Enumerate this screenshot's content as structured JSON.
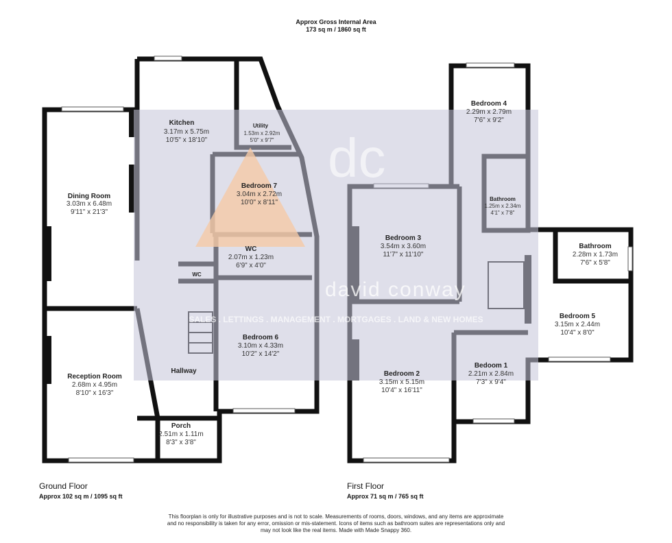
{
  "header": {
    "title": "Approx Gross Internal Area",
    "area": "173 sq m / 1860 sq ft"
  },
  "ground_floor": {
    "label": "Ground Floor",
    "area": "Approx 102 sq m / 1095 sq ft",
    "rooms": [
      {
        "name": "Kitchen",
        "metric": "3.17m x 5.75m",
        "imperial": "10'5\" x 18'10\""
      },
      {
        "name": "Utility",
        "metric": "1.53m x 2.92m",
        "imperial": "5'0\" x 9'7\""
      },
      {
        "name": "Dining Room",
        "metric": "3.03m x 6.48m",
        "imperial": "9'11\" x 21'3\""
      },
      {
        "name": "Bedroom 7",
        "metric": "3.04m x 2.72m",
        "imperial": "10'0\" x 8'11\""
      },
      {
        "name": "WC",
        "metric": "2.07m x 1.23m",
        "imperial": "6'9\" x 4'0\""
      },
      {
        "name": "WC"
      },
      {
        "name": "Bedroom 6",
        "metric": "3.10m x 4.33m",
        "imperial": "10'2\" x 14'2\""
      },
      {
        "name": "Hallway"
      },
      {
        "name": "Reception Room",
        "metric": "2.68m x 4.95m",
        "imperial": "8'10\" x 16'3\""
      },
      {
        "name": "Porch",
        "metric": "2.51m x 1.11m",
        "imperial": "8'3\" x 3'8\""
      }
    ]
  },
  "first_floor": {
    "label": "First Floor",
    "area": "Approx 71 sq m / 765 sq ft",
    "rooms": [
      {
        "name": "Bedroom 4",
        "metric": "2.29m x 2.79m",
        "imperial": "7'6\" x 9'2\""
      },
      {
        "name": "Bathroom",
        "metric": "1.25m x 2.34m",
        "imperial": "4'1\" x 7'8\""
      },
      {
        "name": "Bedroom 3",
        "metric": "3.54m x 3.60m",
        "imperial": "11'7\" x 11'10\""
      },
      {
        "name": "Bathroom",
        "metric": "2.28m x 1.73m",
        "imperial": "7'6\" x 5'8\""
      },
      {
        "name": "Bedroom 5",
        "metric": "3.15m x 2.44m",
        "imperial": "10'4\" x 8'0\""
      },
      {
        "name": "Bedroom 2",
        "metric": "3.15m x 5.15m",
        "imperial": "10'4\" x 16'11\""
      },
      {
        "name": "Bedoom 1",
        "metric": "2.21m x 2.84m",
        "imperial": "7'3\" x 9'4\""
      }
    ]
  },
  "watermark": {
    "logo": "dc",
    "brand": "david conway",
    "tagline": "SALES . LETTINGS . MANAGEMENT . MORTGAGES . LAND & NEW HOMES",
    "colors": {
      "panel": "#c4c4d8",
      "triangle": "#f5c9a6"
    }
  },
  "disclaimer": [
    "This floorplan is only for illustrative purposes and is not to scale. Measurements of rooms, doors, windows, and any items are approximate",
    "and no responsibility is taken for any error, omission or mis-statement. Icons of items such as bathroom suites are representations only and",
    "may not look like the real items. Made with Made Snappy 360."
  ]
}
